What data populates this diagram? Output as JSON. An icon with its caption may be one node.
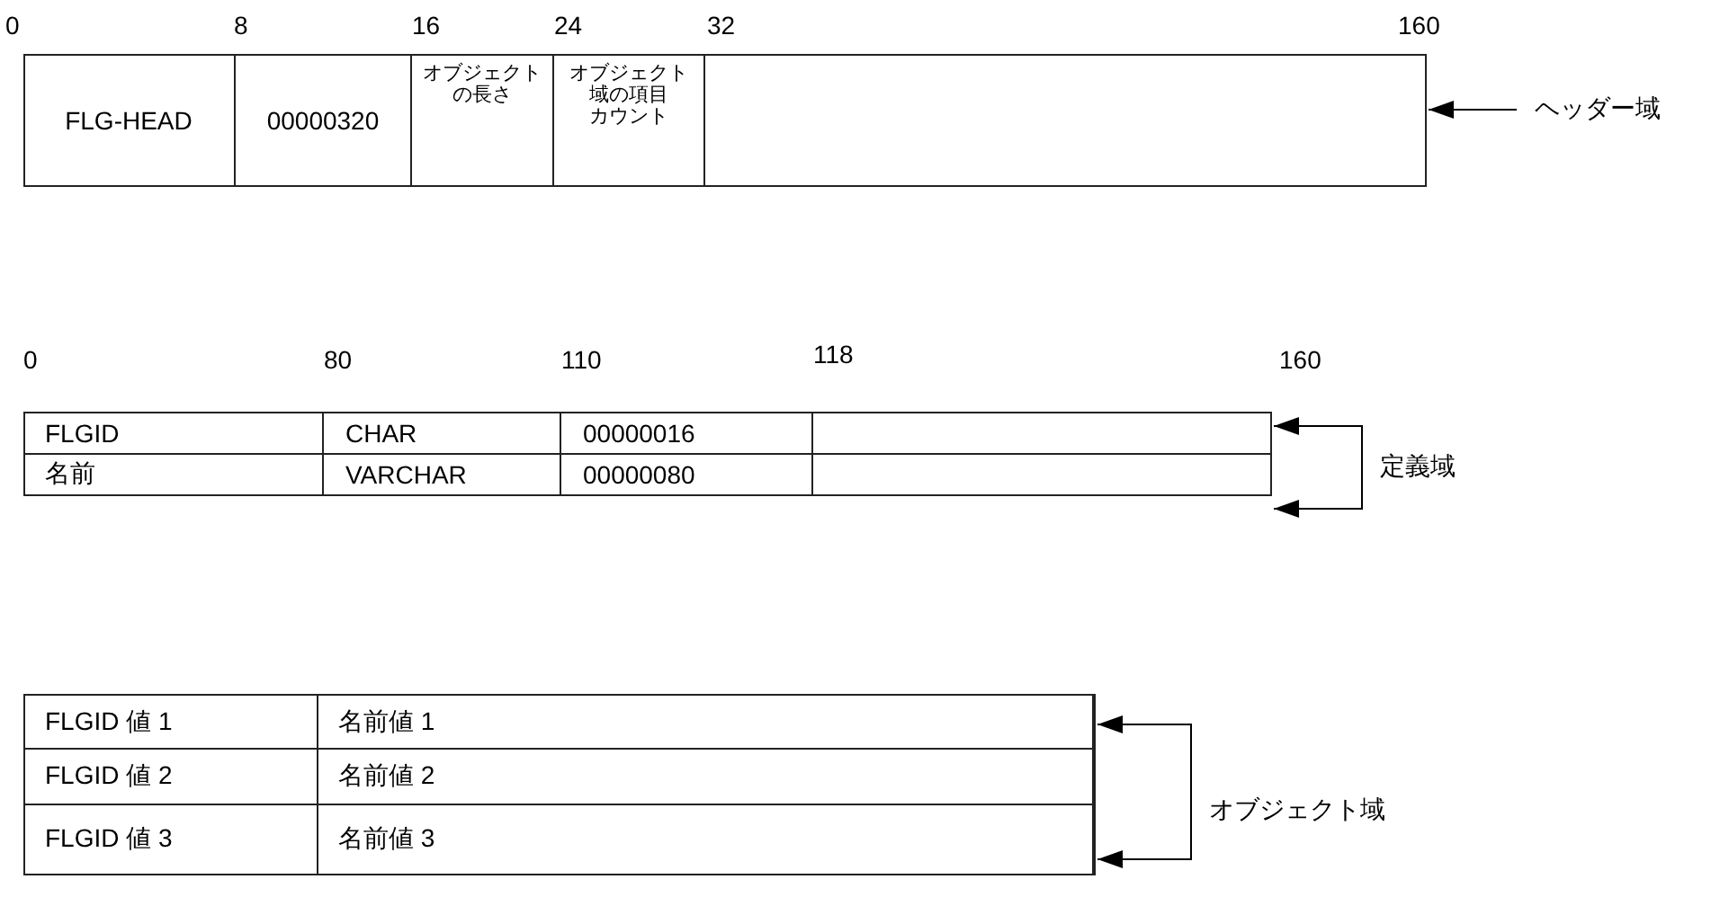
{
  "diagram": {
    "nodes": [
      {
        "text": [],
        "shape": "box"
      },
      {
        "text": [
          "FLG-HEAD"
        ],
        "in": 0
      },
      {
        "text": [
          "00000320"
        ],
        "in": 0
      },
      {
        "text": [
          "オブジェクトの長さ"
        ],
        "in": 0
      },
      {
        "text": [
          "オブジェクト域の項目カウント"
        ],
        "in": 0
      },
      {
        "text": [
          "ヘッダー域"
        ]
      },
      {
        "text": [],
        "shape": "box"
      },
      {
        "text": [
          "FLGID"
        ],
        "in": 6
      },
      {
        "text": [
          "CHAR"
        ],
        "in": 6
      },
      {
        "text": [
          "00000016"
        ],
        "in": 6
      },
      {
        "text": [],
        "shape": "box"
      },
      {
        "text": [
          "名前"
        ],
        "in": 10
      },
      {
        "text": [
          "VARCHAR"
        ],
        "in": 10
      },
      {
        "text": [
          "00000080"
        ],
        "in": 10
      },
      {
        "text": [
          "定義域"
        ]
      },
      {
        "text": [],
        "shape": "box"
      },
      {
        "text": [
          "FLGID 値 1"
        ],
        "in": 15
      },
      {
        "text": [
          "名前値 1"
        ],
        "in": 15
      },
      {
        "text": [],
        "shape": "box"
      },
      {
        "text": [
          "FLGID 値 2"
        ],
        "in": 18
      },
      {
        "text": [
          "名前値 2"
        ],
        "in": 18
      },
      {
        "text": [],
        "shape": "box"
      },
      {
        "text": [
          "FLGID 値 3"
        ],
        "in": 21
      },
      {
        "text": [
          "名前値 3"
        ],
        "in": 21
      },
      {
        "text": [
          "オブジェクト域"
        ]
      }
    ],
    "edges": [
      {
        "from": 5,
        "to": 0,
        "arrow": "to"
      },
      {
        "from": 14,
        "to": 6,
        "arrow": "to"
      },
      {
        "from": 14,
        "to": 10,
        "arrow": "to"
      },
      {
        "from": 24,
        "to": 15,
        "arrow": "to"
      },
      {
        "from": 24,
        "to": 21,
        "arrow": "to"
      }
    ],
    "labels": [
      "0",
      "8",
      "16",
      "24",
      "32",
      "160",
      "0",
      "80",
      "110",
      "118",
      "160"
    ]
  }
}
